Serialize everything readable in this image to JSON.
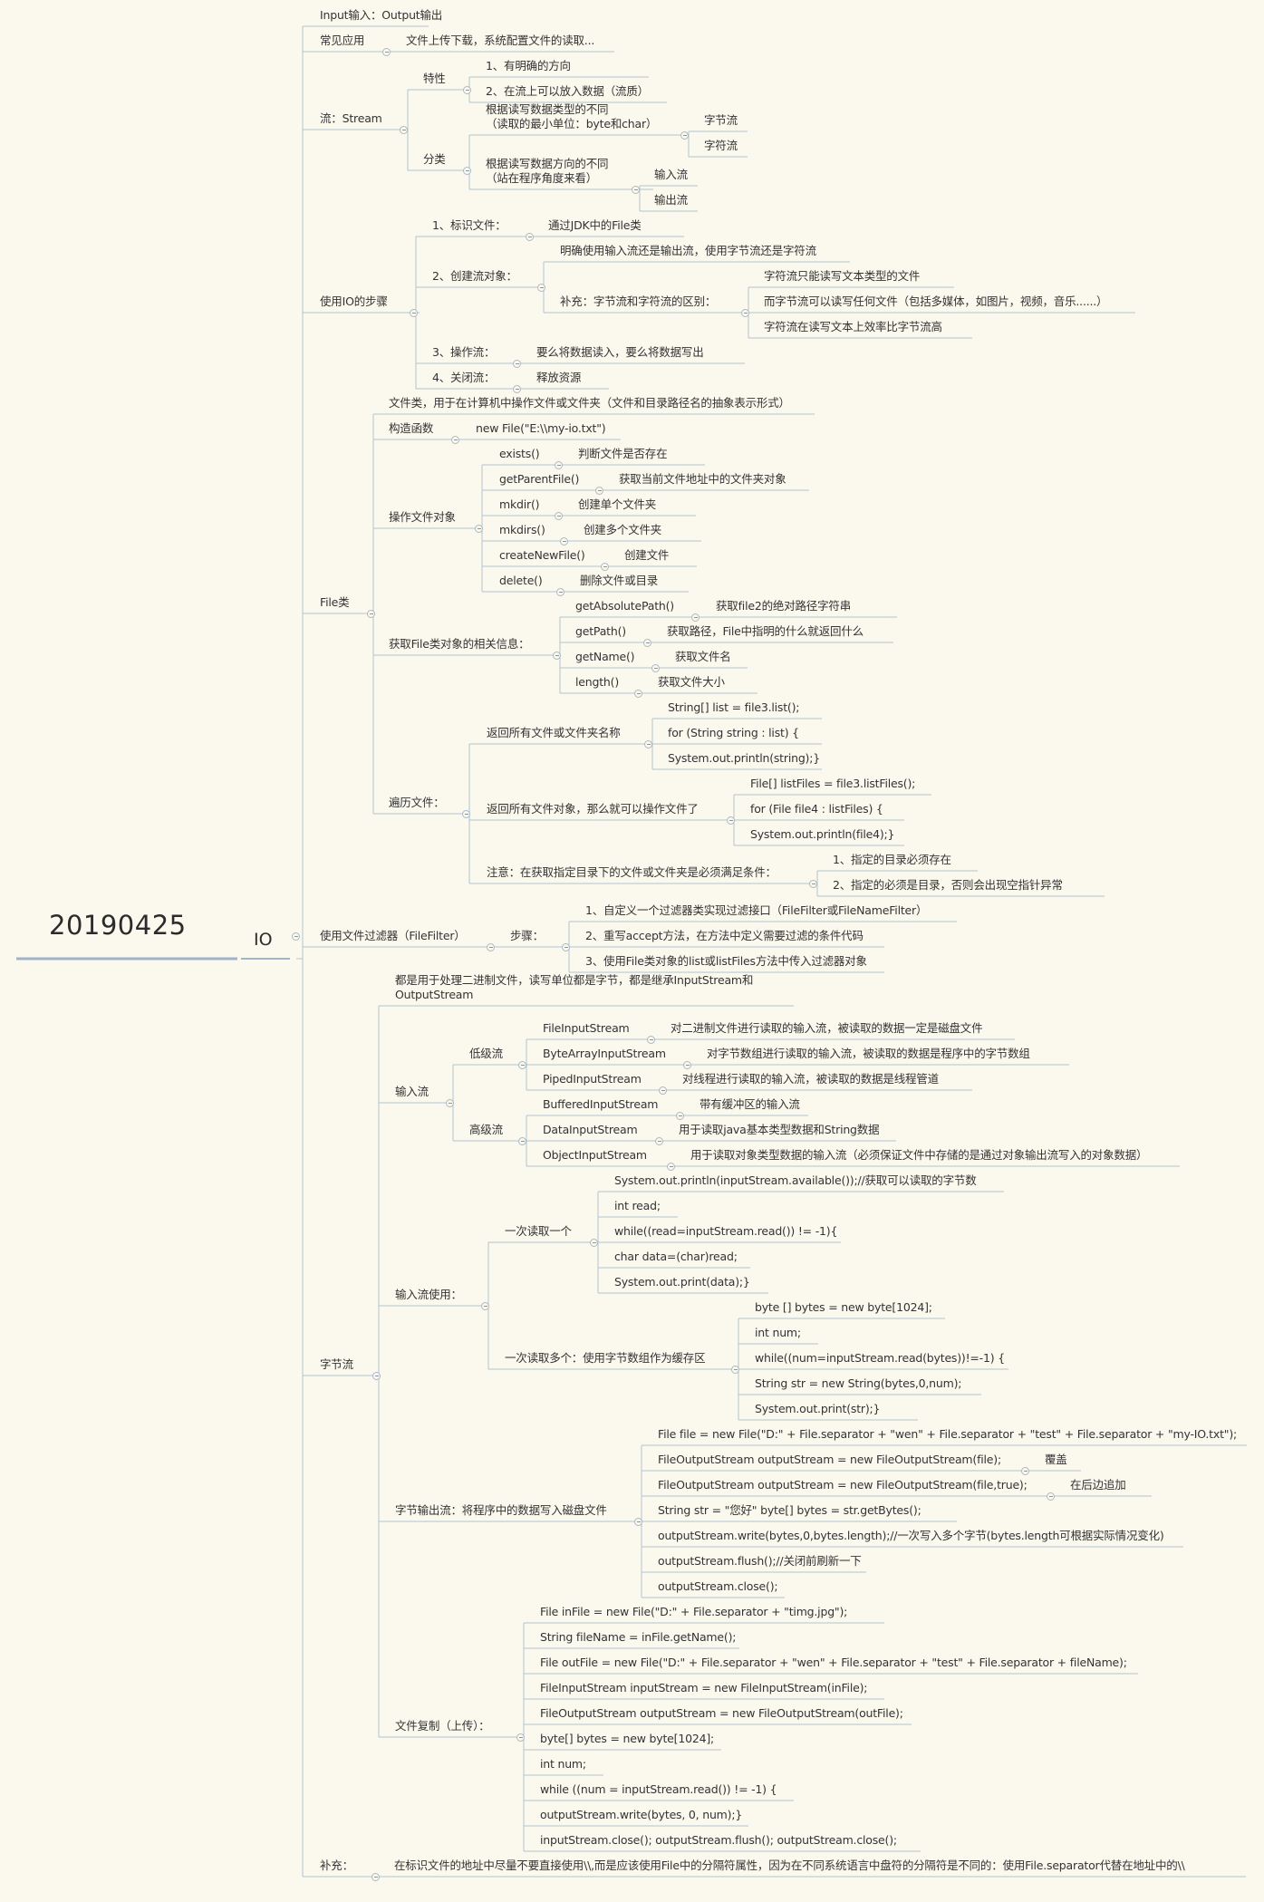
{
  "root": "20190425",
  "io": "IO",
  "nodes": {
    "n1": "Input输入：Output输出",
    "n2": "常见应用",
    "n2a": "文件上传下载，系统配置文件的读取...",
    "n3": "流：Stream",
    "n3_trait": "特性",
    "n3_trait1": "1、有明确的方向",
    "n3_trait2": "2、在流上可以放入数据（流质）",
    "n3_cls": "分类",
    "n3_cls_type": "根据读写数据类型的不同\n（读取的最小单位：byte和char）",
    "n3_byte": "字节流",
    "n3_char": "字符流",
    "n3_cls_dir": "根据读写数据方向的不同\n（站在程序角度来看）",
    "n3_in": "输入流",
    "n3_out": "输出流",
    "n4": "使用IO的步骤",
    "n4_1": "1、标识文件：",
    "n4_1a": "通过JDK中的File类",
    "n4_2": "2、创建流对象：",
    "n4_2a": "明确使用输入流还是输出流，使用字节流还是字符流",
    "n4_2b": "补充：字节流和字符流的区别：",
    "n4_2b1": "字符流只能读写文本类型的文件",
    "n4_2b2": "而字节流可以读写任何文件（包括多媒体，如图片，视频，音乐......）",
    "n4_2b3": "字符流在读写文本上效率比字节流高",
    "n4_3": "3、操作流：",
    "n4_3a": "要么将数据读入，要么将数据写出",
    "n4_4": "4、关闭流：",
    "n4_4a": "释放资源",
    "n5": "File类",
    "n5_desc": "文件类，用于在计算机中操作文件或文件夹（文件和目录路径名的抽象表示形式）",
    "n5_ctor": "构造函数",
    "n5_ctor_a": "new File(\"E:\\\\my-io.txt\")",
    "n5_op": "操作文件对象",
    "n5_op1": "exists()",
    "n5_op1a": "判断文件是否存在",
    "n5_op2": "getParentFile()",
    "n5_op2a": "获取当前文件地址中的文件夹对象",
    "n5_op3": "mkdir()",
    "n5_op3a": "创建单个文件夹",
    "n5_op4": "mkdirs()",
    "n5_op4a": "创建多个文件夹",
    "n5_op5": "createNewFile()",
    "n5_op5a": "创建文件",
    "n5_op6": "delete()",
    "n5_op6a": "删除文件或目录",
    "n5_info": "获取File类对象的相关信息：",
    "n5_info1": "getAbsolutePath()",
    "n5_info1a": "获取file2的绝对路径字符串",
    "n5_info2": "getPath()",
    "n5_info2a": "获取路径，File中指明的什么就返回什么",
    "n5_info3": "getName()",
    "n5_info3a": "获取文件名",
    "n5_info4": "length()",
    "n5_info4a": "获取文件大小",
    "n5_trav": "遍历文件：",
    "n5_trav1": "返回所有文件或文件夹名称",
    "n5_trav1a": "String[] list = file3.list();",
    "n5_trav1b": "for (String string : list) {",
    "n5_trav1c": "System.out.println(string);}",
    "n5_trav2": "返回所有文件对象，那么就可以操作文件了",
    "n5_trav2a": "File[] listFiles = file3.listFiles();",
    "n5_trav2b": "for (File file4 : listFiles) {",
    "n5_trav2c": "System.out.println(file4);}",
    "n5_trav3": "注意：在获取指定目录下的文件或文件夹是必须满足条件：",
    "n5_trav3a": "1、指定的目录必须存在",
    "n5_trav3b": "2、指定的必须是目录，否则会出现空指针异常",
    "n6": "使用文件过滤器（FileFilter）",
    "n6_steps": "步骤：",
    "n6_s1": "1、自定义一个过滤器类实现过滤接口（FileFilter或FileNameFilter）",
    "n6_s2": "2、重写accept方法，在方法中定义需要过滤的条件代码",
    "n6_s3": "3、使用File类对象的list或listFiles方法中传入过滤器对象",
    "n7": "字节流",
    "n7_desc": "都是用于处理二进制文件，读写单位都是字节，都是继承InputStream和\nOutputStream",
    "n7_in": "输入流",
    "n7_low": "低级流",
    "n7_low1": "FileInputStream",
    "n7_low1a": "对二进制文件进行读取的输入流，被读取的数据一定是磁盘文件",
    "n7_low2": "ByteArrayInputStream",
    "n7_low2a": "对字节数组进行读取的输入流，被读取的数据是程序中的字节数组",
    "n7_low3": "PipedInputStream",
    "n7_low3a": "对线程进行读取的输入流，被读取的数据是线程管道",
    "n7_high": "高级流",
    "n7_high1": "BufferedInputStream",
    "n7_high1a": "带有缓冲区的输入流",
    "n7_high2": "DataInputStream",
    "n7_high2a": "用于读取java基本类型数据和String数据",
    "n7_high3": "ObjectInputStream",
    "n7_high3a": "用于读取对象类型数据的输入流（必须保证文件中存储的是通过对象输出流写入的对象数据）",
    "n7_use": "输入流使用：",
    "n7_use_one": "一次读取一个",
    "n7_use_one1": "System.out.println(inputStream.available());//获取可以读取的字节数",
    "n7_use_one2": "int read;",
    "n7_use_one3": "while((read=inputStream.read()) != -1){",
    "n7_use_one4": "char data=(char)read;",
    "n7_use_one5": "System.out.print(data);}",
    "n7_use_many": "一次读取多个：使用字节数组作为缓存区",
    "n7_use_many1": "byte [] bytes = new byte[1024];",
    "n7_use_many2": "int num;",
    "n7_use_many3": "while((num=inputStream.read(bytes))!=-1) {",
    "n7_use_many4": "String str = new String(bytes,0,num);",
    "n7_use_many5": "System.out.print(str);}",
    "n7_out": "字节输出流：将程序中的数据写入磁盘文件",
    "n7_out1": "File file = new File(\"D:\" + File.separator + \"wen\" + File.separator + \"test\" + File.separator + \"my-IO.txt\");",
    "n7_out2": "FileOutputStream outputStream = new FileOutputStream(file);",
    "n7_out2a": "覆盖",
    "n7_out3": "FileOutputStream outputStream = new FileOutputStream(file,true);",
    "n7_out3a": "在后边追加",
    "n7_out4": "String str = \"您好\"   byte[] bytes = str.getBytes();",
    "n7_out5": "outputStream.write(bytes,0,bytes.length);//一次写入多个字节(bytes.length可根据实际情况变化)",
    "n7_out6": "outputStream.flush();//关闭前刷新一下",
    "n7_out7": "outputStream.close();",
    "n7_copy": "文件复制（上传）：",
    "n7_copy1": "File inFile = new File(\"D:\" + File.separator + \"timg.jpg\");",
    "n7_copy2": "String fileName = inFile.getName();",
    "n7_copy3": "File outFile = new File(\"D:\" + File.separator + \"wen\" + File.separator + \"test\" + File.separator + fileName);",
    "n7_copy4": "FileInputStream inputStream = new FileInputStream(inFile);",
    "n7_copy5": "FileOutputStream outputStream = new FileOutputStream(outFile);",
    "n7_copy6": "byte[] bytes = new byte[1024];",
    "n7_copy7": "int num;",
    "n7_copy8": "while ((num = inputStream.read()) != -1) {",
    "n7_copy9": "outputStream.write(bytes, 0, num);}",
    "n7_copy10": "inputStream.close();  outputStream.flush();  outputStream.close();",
    "n8": "补充：",
    "n8a": "在标识文件的地址中尽量不要直接使用\\\\,而是应该使用File中的分隔符属性，因为在不同系统语言中盘符的分隔符是不同的：使用File.separator代替在地址中的\\\\"
  }
}
